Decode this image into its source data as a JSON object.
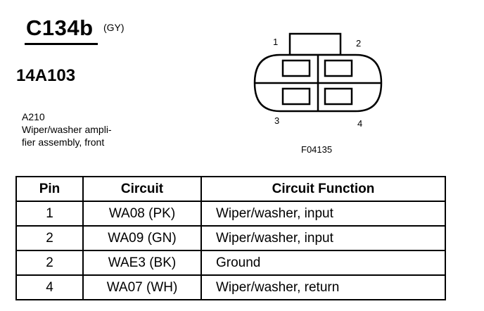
{
  "connector": {
    "code": "C134b",
    "color": "(GY)",
    "part_number": "14A103",
    "component_lines": [
      "A210",
      "Wiper/washer ampli-",
      "fier assembly, front"
    ],
    "figure": "F04135",
    "pin_labels": [
      "1",
      "2",
      "3",
      "4"
    ]
  },
  "table": {
    "headers": [
      "Pin",
      "Circuit",
      "Circuit Function"
    ],
    "rows": [
      {
        "pin": "1",
        "circuit": "WA08 (PK)",
        "function": "Wiper/washer, input"
      },
      {
        "pin": "2",
        "circuit": "WA09 (GN)",
        "function": "Wiper/washer, input"
      },
      {
        "pin": "2",
        "circuit": "WAE3 (BK)",
        "function": "Ground"
      },
      {
        "pin": "4",
        "circuit": "WA07 (WH)",
        "function": "Wiper/washer, return"
      }
    ]
  }
}
